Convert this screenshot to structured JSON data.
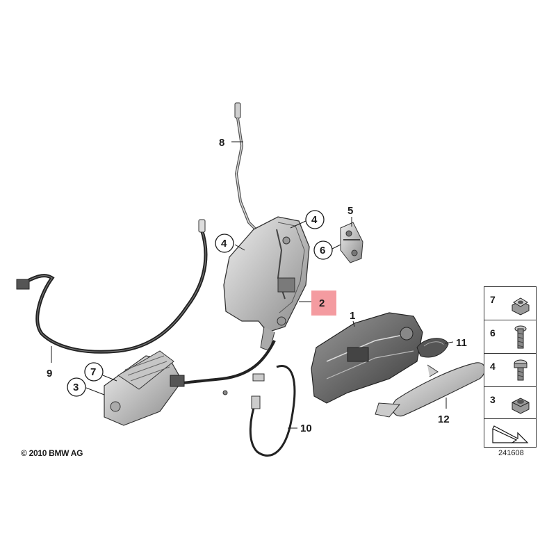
{
  "callouts": [
    {
      "id": "8",
      "label": "8"
    },
    {
      "id": "5",
      "label": "5"
    },
    {
      "id": "4a",
      "label": "4"
    },
    {
      "id": "4b",
      "label": "4"
    },
    {
      "id": "6",
      "label": "6"
    },
    {
      "id": "2",
      "label": "2",
      "highlighted": true
    },
    {
      "id": "1",
      "label": "1"
    },
    {
      "id": "11",
      "label": "11"
    },
    {
      "id": "9",
      "label": "9"
    },
    {
      "id": "7",
      "label": "7"
    },
    {
      "id": "3",
      "label": "3"
    },
    {
      "id": "10",
      "label": "10"
    },
    {
      "id": "12",
      "label": "12"
    }
  ],
  "legend": [
    {
      "label": "7",
      "icon": "nut-flanged-icon"
    },
    {
      "label": "6",
      "icon": "bolt-long-icon"
    },
    {
      "label": "4",
      "icon": "bolt-short-icon"
    },
    {
      "label": "3",
      "icon": "nut-icon"
    }
  ],
  "footer": {
    "copyright": "© 2010 BMW AG",
    "document_number": "241608"
  },
  "colors": {
    "highlight": "#f28a8f",
    "line": "#1a1a1a",
    "part_fill": "#d6d6d6"
  }
}
